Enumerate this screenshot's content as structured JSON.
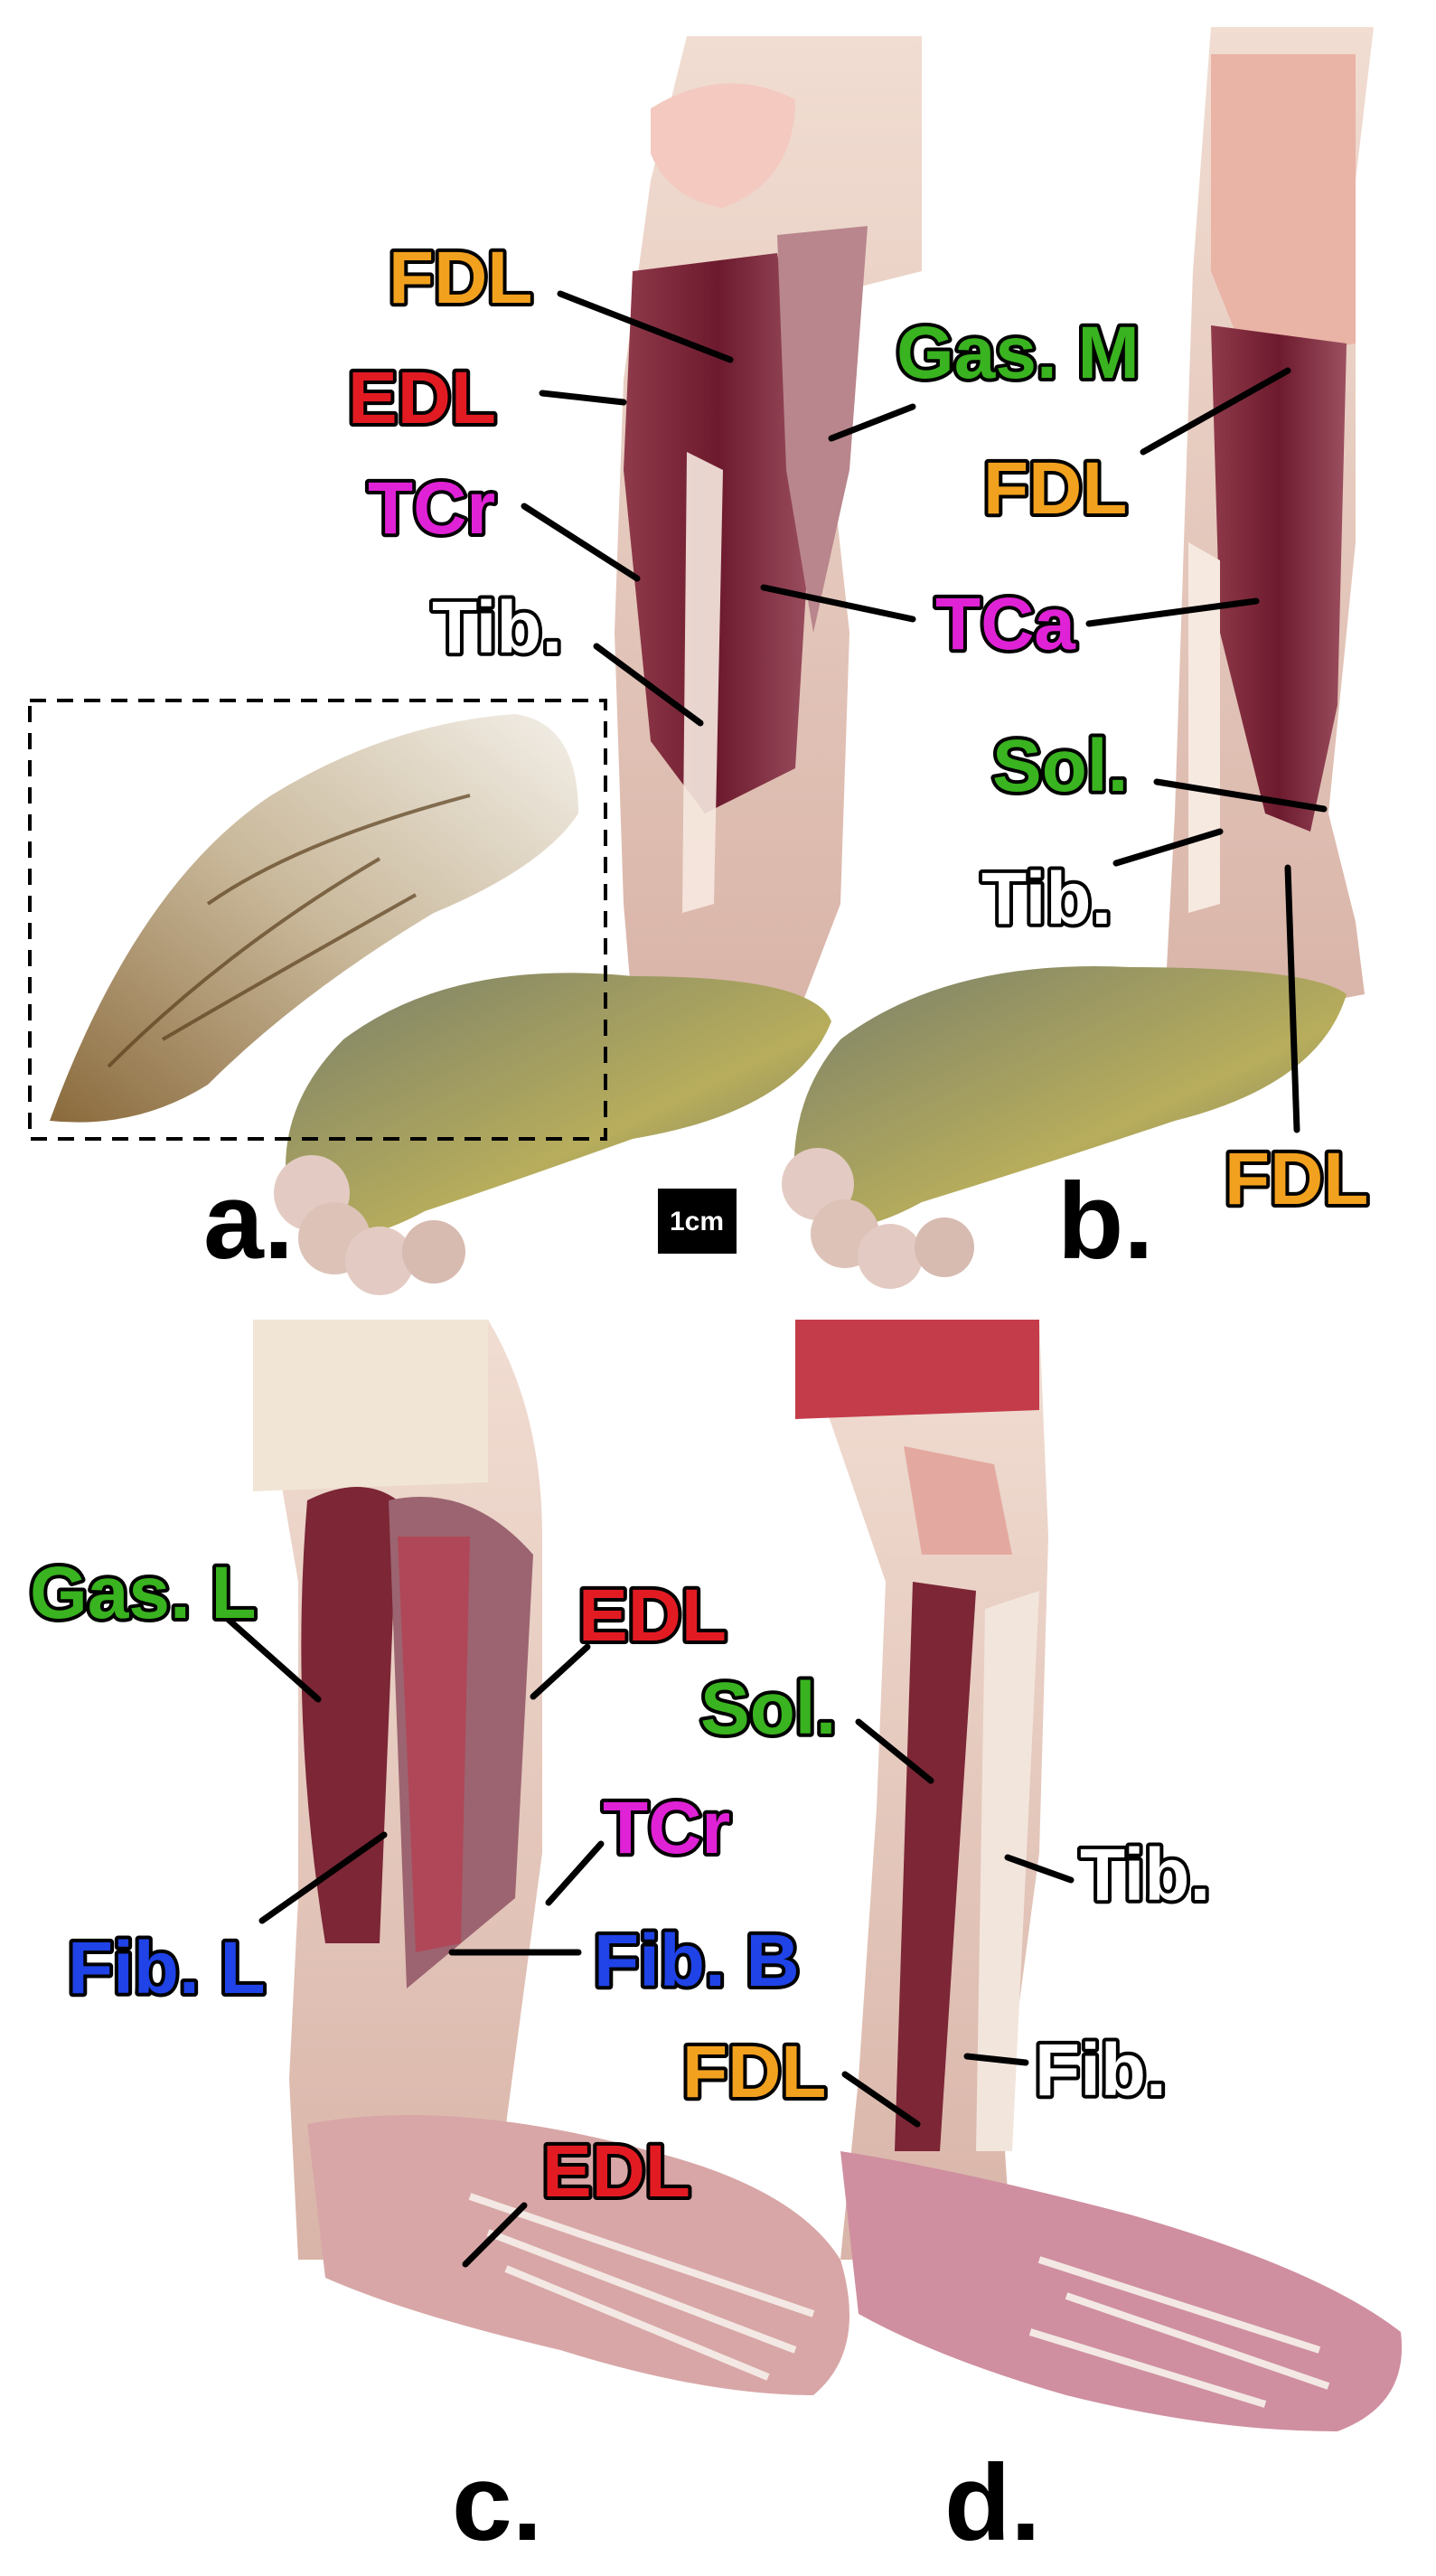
{
  "colors": {
    "red": "#e21b23",
    "orange": "#f2a11f",
    "green": "#39b31f",
    "magenta": "#e022d6",
    "blue": "#1f43e6",
    "white": "#ffffff",
    "muscle": "#7a2034",
    "skin": "#e8cfc3"
  },
  "scale_bar": {
    "text": "1cm"
  },
  "panels": {
    "a": {
      "letter": "a.",
      "labels": {
        "fdl": "FDL",
        "edl": "EDL",
        "tcr": "TCr",
        "tib": "Tib.",
        "gas_m": "Gas. M",
        "tca": "TCa"
      }
    },
    "b": {
      "letter": "b.",
      "labels": {
        "fdl_upper": "FDL",
        "sol": "Sol.",
        "tib": "Tib.",
        "fdl_lower": "FDL"
      }
    },
    "c": {
      "letter": "c.",
      "labels": {
        "gas_l": "Gas. L",
        "edl_upper": "EDL",
        "tcr": "TCr",
        "fib_l": "Fib. L",
        "fib_b": "Fib. B",
        "edl_lower": "EDL"
      }
    },
    "d": {
      "letter": "d.",
      "labels": {
        "sol": "Sol.",
        "tib": "Tib.",
        "fdl": "FDL",
        "fib": "Fib."
      }
    }
  }
}
